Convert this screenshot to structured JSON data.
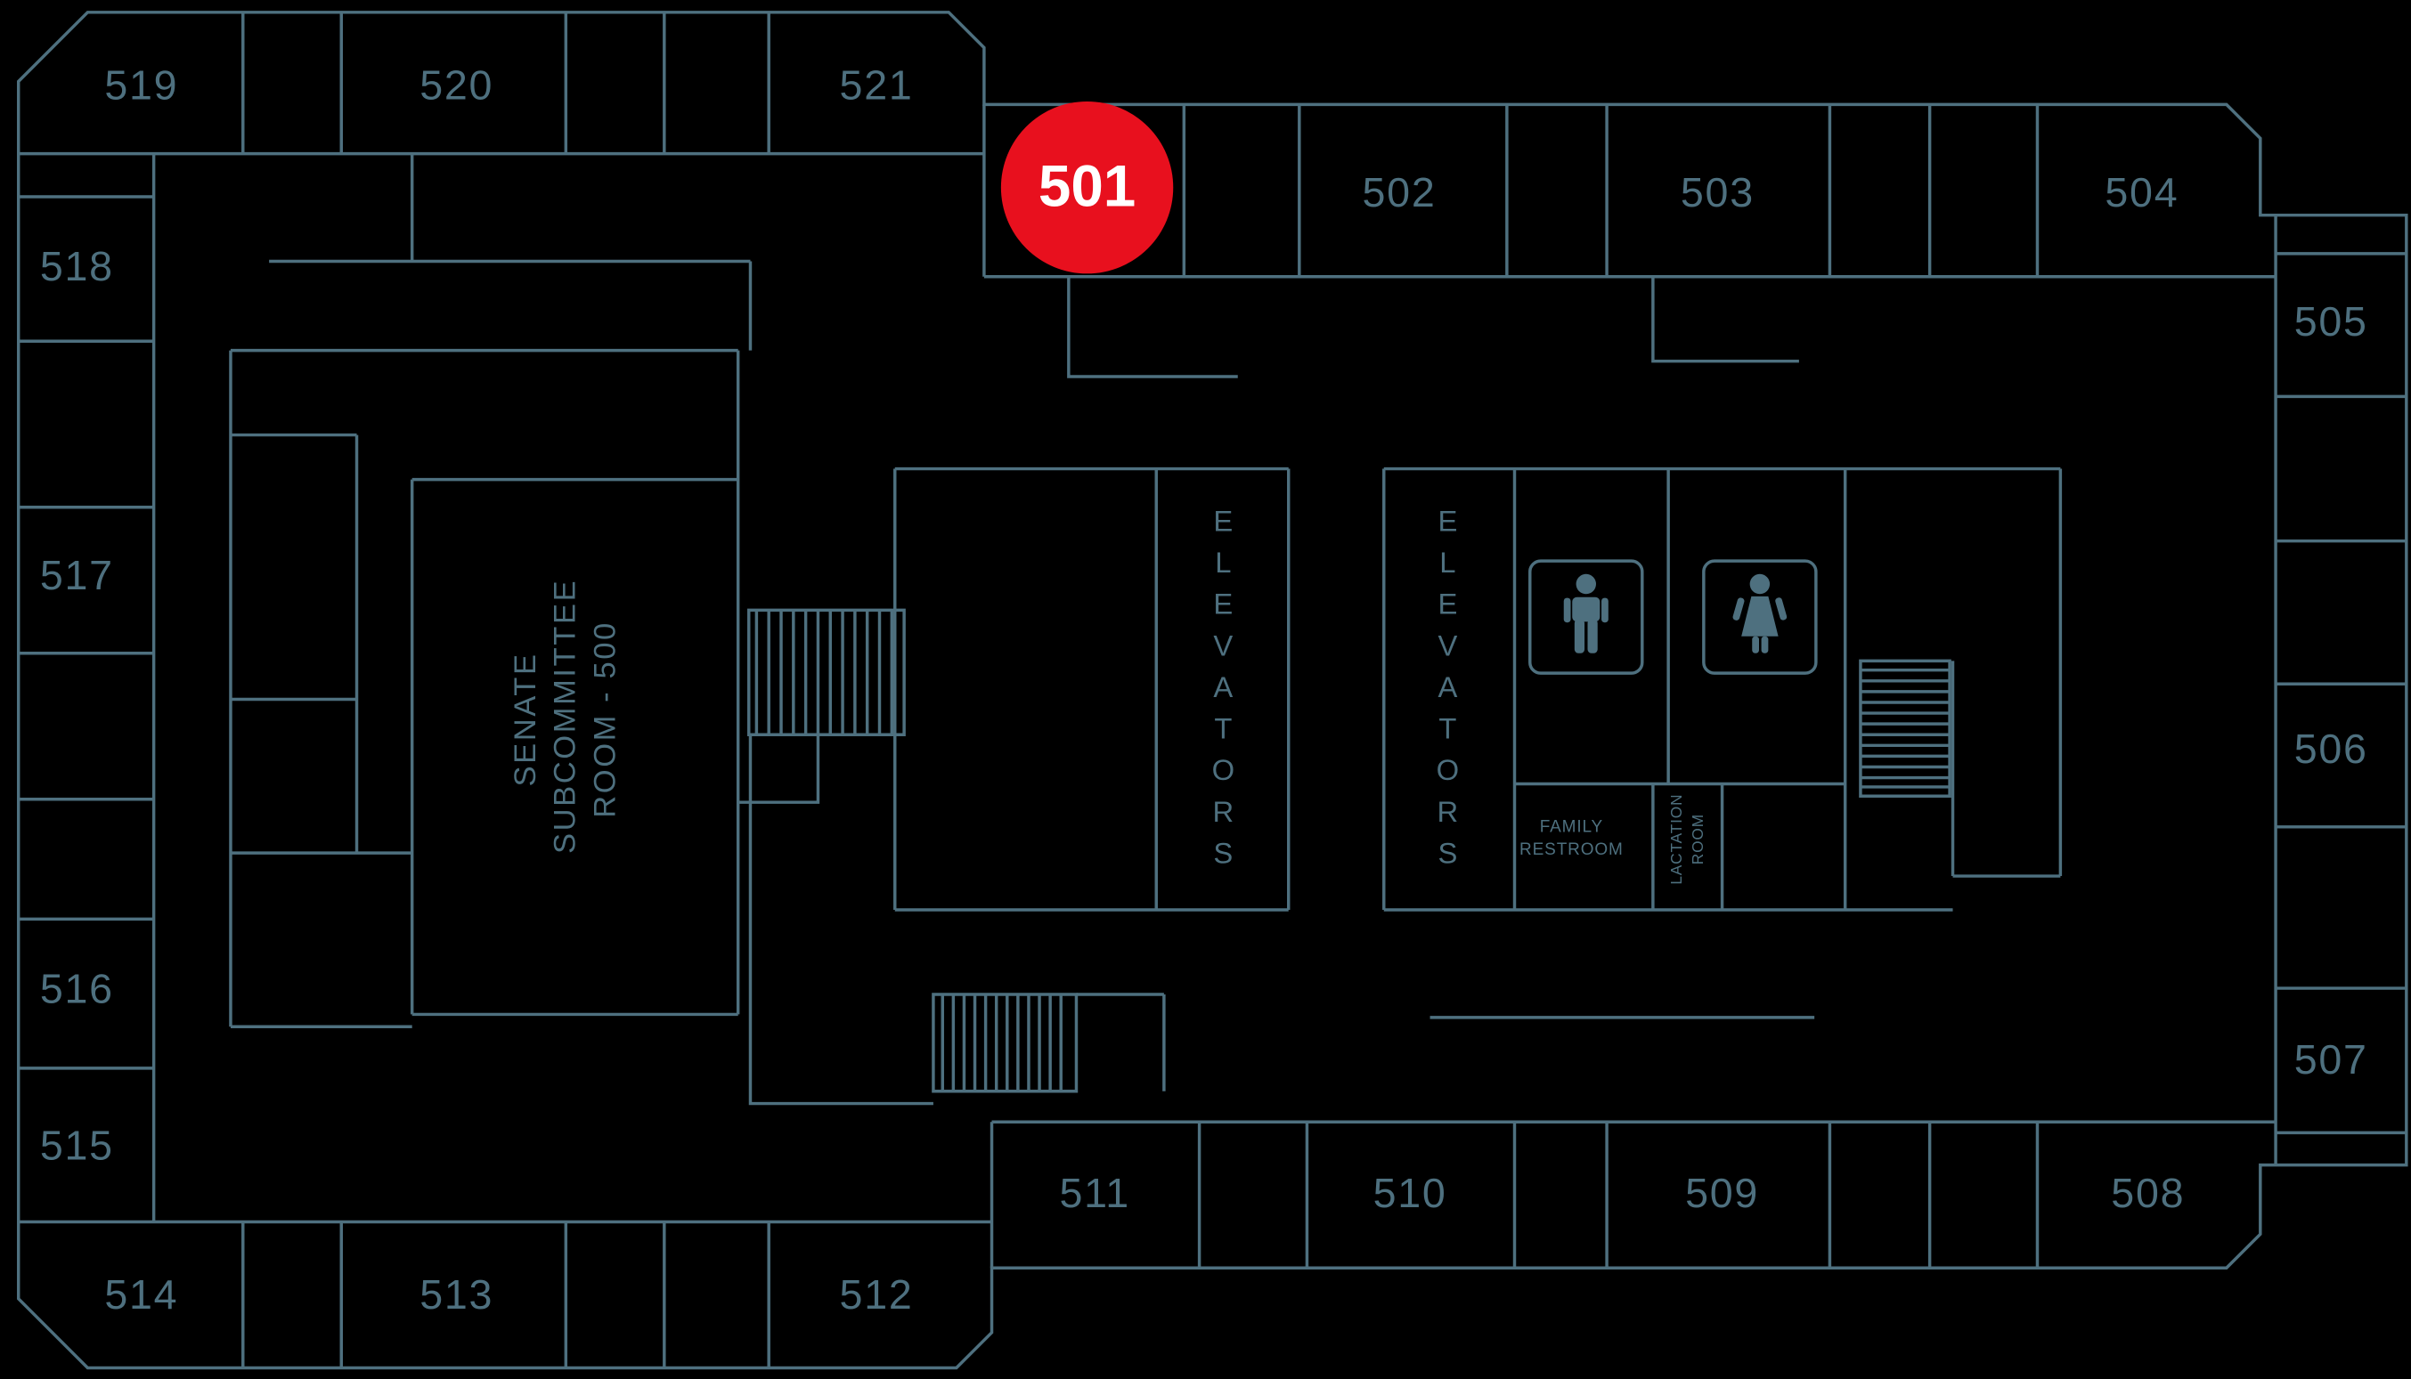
{
  "floorplan": {
    "background_color": "#000000",
    "line_color": "#4e707f",
    "highlight": {
      "room": "501",
      "color": "#e8101e",
      "text_color": "#ffffff"
    },
    "rooms": {
      "502": "502",
      "503": "503",
      "504": "504",
      "505": "505",
      "506": "506",
      "507": "507",
      "508": "508",
      "509": "509",
      "510": "510",
      "511": "511",
      "512": "512",
      "513": "513",
      "514": "514",
      "515": "515",
      "516": "516",
      "517": "517",
      "518": "518",
      "519": "519",
      "520": "520",
      "521": "521"
    },
    "areas": {
      "senate_subcommittee_room": "SENATE SUBCOMMITTEE ROOM - 500",
      "elevators_left": "ELEVATORS",
      "elevators_right": "ELEVATORS",
      "family_restroom": "FAMILY RESTROOM",
      "lactation_room": "LACTATION ROOM"
    },
    "icons": [
      "mens-restroom-icon",
      "womens-restroom-icon",
      "stairs-hatch"
    ]
  }
}
